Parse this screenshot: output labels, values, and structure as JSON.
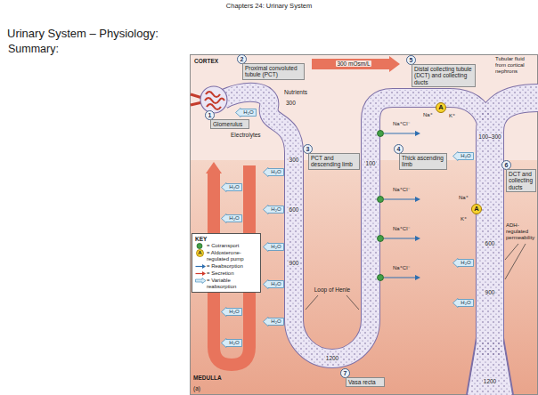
{
  "diagram": {
    "title": "Urinary System – Physiology:",
    "nodes": [
      {
        "text": [
          "2"
        ]
      },
      {
        "text": [
          "Proximal convoluted tubule (PCT)"
        ]
      },
      {
        "text": [
          "5"
        ]
      },
      {
        "text": [
          "Distal collecting tubule (DCT) and collecting ducts"
        ]
      },
      {
        "text": [
          "1"
        ]
      },
      {
        "text": [
          "Glomerulus"
        ]
      },
      {
        "text": [
          "3"
        ]
      },
      {
        "text": [
          "PCT and descending limb"
        ]
      },
      {
        "text": [
          "4"
        ]
      },
      {
        "text": [
          "Thick ascending limb"
        ]
      },
      {
        "text": [
          "A"
        ]
      },
      {
        "text": [
          "6"
        ]
      },
      {
        "text": [
          "DCT and collecting ducts"
        ]
      },
      {
        "text": [
          "A"
        ]
      },
      {
        "text": [
          "7"
        ]
      },
      {
        "text": [
          "Vasa recta"
        ]
      },
      {
        "text": [
          "H₂O"
        ]
      },
      {
        "text": [
          "H₂O"
        ]
      },
      {
        "text": [
          "H₂O"
        ]
      },
      {
        "text": [
          "H₂O"
        ]
      },
      {
        "text": [
          "H₂O"
        ]
      },
      {
        "text": [
          "H₂O"
        ]
      },
      {
        "text": [
          "H₂O"
        ]
      },
      {
        "text": [
          "H₂O"
        ]
      },
      {
        "text": [
          "H₂O"
        ]
      },
      {
        "text": [
          "H₂O"
        ]
      },
      {
        "text": [
          "H₂O"
        ]
      },
      {
        "text": [
          "H₂O"
        ]
      },
      {
        "text": [
          "H₂O"
        ]
      },
      {
        "text": [
          "A"
        ]
      }
    ],
    "labels": [
      "Chapters 24: Urinary System",
      "Summary:",
      "CORTEX",
      "300 mOsm/L",
      "Nutrients",
      "300",
      "Electrolytes",
      "300",
      "600",
      "900",
      "Loop of Henle",
      "1200",
      "100",
      "Na⁺Cl⁻",
      "Na⁺Cl⁻",
      "Na⁺Cl⁻",
      "Na⁺Cl⁻",
      "Na⁺",
      "K⁺",
      "Tubular fluid from cortical nephrons",
      "100–300",
      "Na⁺",
      "K⁺",
      "ADH-regulated permeability",
      "600",
      "900",
      "1200",
      "MEDULLA",
      "(a)",
      "KEY"
    ],
    "legend": [
      {
        "text": "= Cotransport"
      },
      {
        "text": "= Aldosterone-regulated pump"
      },
      {
        "text": "= Reabsorption"
      },
      {
        "text": "= Secretion"
      },
      {
        "text": "= Variable reabsorption"
      }
    ]
  }
}
